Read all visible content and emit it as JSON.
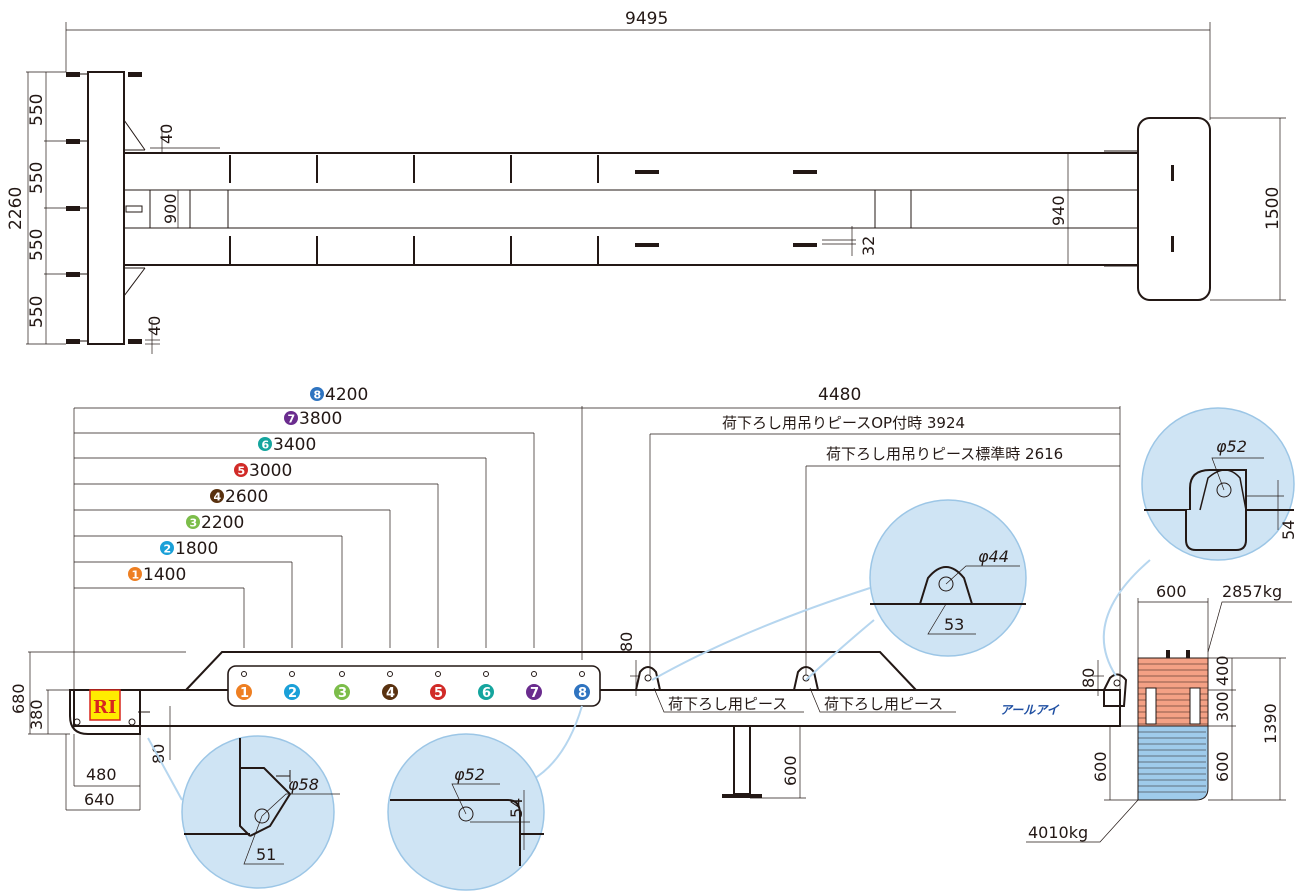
{
  "top_view": {
    "overall_length": "9495",
    "overall_width": "2260",
    "outrigger_spacings": [
      "550",
      "550",
      "550",
      "550"
    ],
    "offset_top": "40",
    "offset_bottom": "40",
    "inner_width": "900",
    "right_width": "940",
    "flange": "32",
    "pad_width": "1500"
  },
  "side_view": {
    "span": "4480",
    "hook_op": "荷下ろし用吊りピースOP付時 3924",
    "hook_std": "荷下ろし用吊りピース標準時 2616",
    "positions": [
      {
        "num": "1",
        "label": "1400",
        "color": "#ee7f22"
      },
      {
        "num": "2",
        "label": "1800",
        "color": "#1aa0d8"
      },
      {
        "num": "3",
        "label": "2200",
        "color": "#7cbd4a"
      },
      {
        "num": "4",
        "label": "2600",
        "color": "#5a3210"
      },
      {
        "num": "5",
        "label": "3000",
        "color": "#d12b28"
      },
      {
        "num": "6",
        "label": "3400",
        "color": "#15a59e"
      },
      {
        "num": "7",
        "label": "3800",
        "color": "#6a2c8e"
      },
      {
        "num": "8",
        "label": "4200",
        "color": "#2f74c0"
      }
    ],
    "h_total": "680",
    "h_beam": "380",
    "d_80_left": "80",
    "d_480": "480",
    "d_640": "640",
    "d_80_a": "80",
    "d_80_b": "80",
    "leg_height": "600",
    "piece_label_1": "荷下ろし用ピース",
    "piece_label_2": "荷下ろし用ピース",
    "brand": "アールアイ",
    "logo": "RI"
  },
  "counterweight": {
    "width": "600",
    "upper_mass": "2857kg",
    "lower_mass": "4010kg",
    "h_400": "400",
    "h_300": "300",
    "h_600_left": "600",
    "h_600_right": "600",
    "h_1390": "1390"
  },
  "details": {
    "top_right_dia": "φ52",
    "top_right_dim": "54",
    "center_dia": "φ44",
    "center_dim": "53",
    "left_dia": "φ58",
    "left_dim": "51",
    "mid_dia": "φ52",
    "mid_dim": "54"
  },
  "colors": {
    "line": "#231815",
    "detail_fill": "#cfe4f4",
    "weight_upper": "#f4a185",
    "weight_lower": "#9fcbeb",
    "logo_bg": "#ffec00",
    "logo_fg": "#d7261f",
    "brand": "#1f4fa2"
  }
}
